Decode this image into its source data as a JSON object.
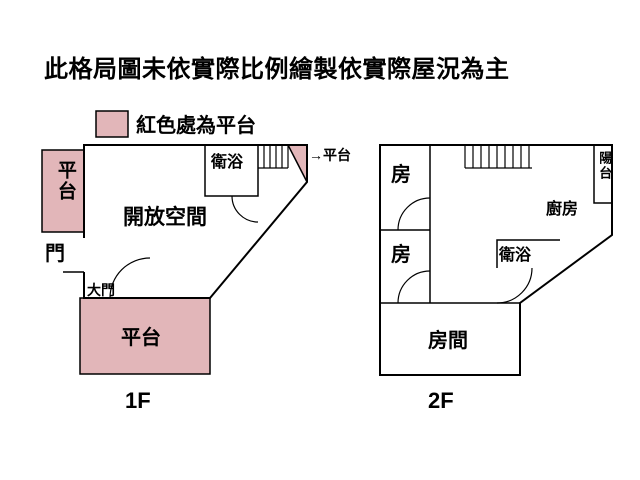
{
  "title": "此格局圖未依實際比例繪製依實際屋況為主",
  "legend": {
    "label": "紅色處為平台"
  },
  "colors": {
    "platform": "#e2b6b9",
    "wall": "#000000",
    "background": "#ffffff"
  },
  "floor1": {
    "floor_label": "1F",
    "rooms": {
      "side_platform": "平台",
      "bathroom": "衛浴",
      "roof_platform_note": "→平台",
      "open_space": "開放空間",
      "door": "門",
      "main_door": "大門",
      "front_platform": "平台"
    }
  },
  "floor2": {
    "floor_label": "2F",
    "rooms": {
      "room_upper": "房",
      "room_lower": "房",
      "balcony": "陽台",
      "kitchen": "廚房",
      "bathroom": "衛浴",
      "bedroom": "房間"
    }
  }
}
